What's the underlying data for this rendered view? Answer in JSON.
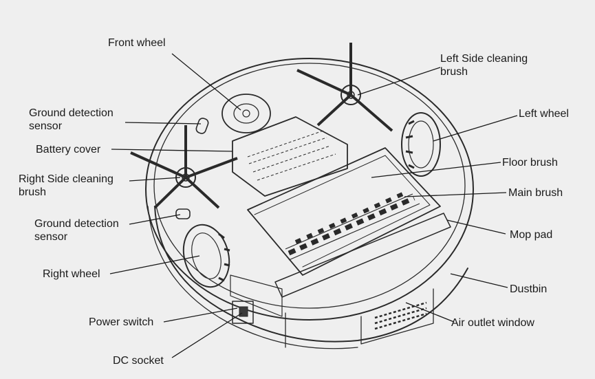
{
  "labels": {
    "front_wheel": "Front wheel",
    "left_side_brush_line1": "Left Side cleaning",
    "left_side_brush_line2": "brush",
    "ground_sensor_top_line1": "Ground detection",
    "ground_sensor_top_line2": "sensor",
    "left_wheel": "Left wheel",
    "battery_cover": "Battery cover",
    "floor_brush": "Floor brush",
    "right_side_brush_line1": "Right Side cleaning",
    "right_side_brush_line2": "brush",
    "main_brush": "Main brush",
    "ground_sensor_bottom_line1": "Ground detection",
    "ground_sensor_bottom_line2": "sensor",
    "mop_pad": "Mop pad",
    "right_wheel": "Right wheel",
    "dustbin": "Dustbin",
    "power_switch": "Power switch",
    "air_outlet": "Air outlet window",
    "dc_socket": "DC socket"
  }
}
